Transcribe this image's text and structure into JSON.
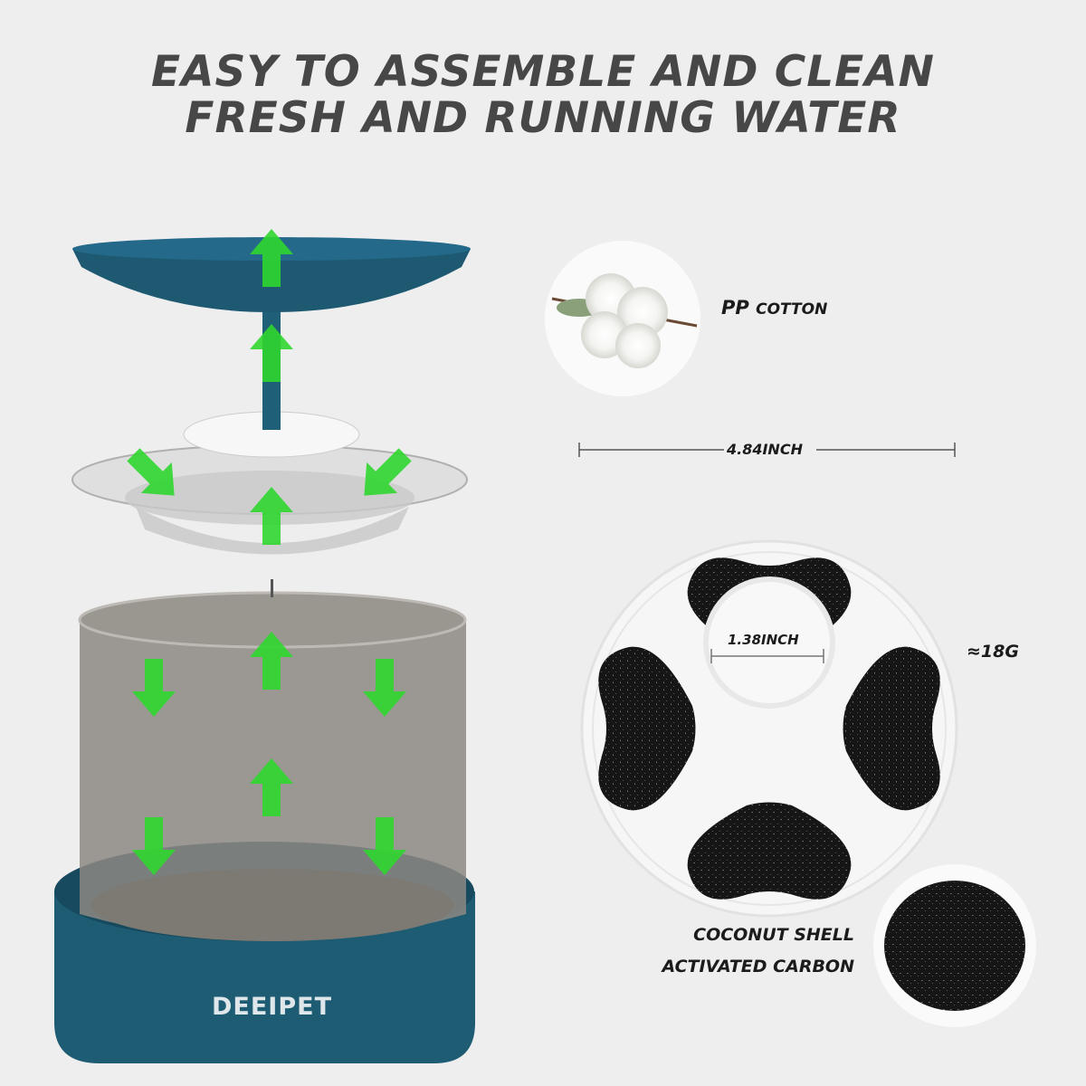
{
  "headline": {
    "line1": "EASY TO ASSEMBLE AND CLEAN",
    "line2": "FRESH AND RUNNING WATER"
  },
  "brand": {
    "logo_text": "DEEIPET"
  },
  "labels": {
    "pp_cotton_bold": "PP",
    "pp_cotton_rest": "COTTON",
    "outer_diameter": "4.84INCH",
    "inner_diameter": "1.38INCH",
    "weight": "≈18G",
    "carbon_line1": "COCONUT SHELL",
    "carbon_line2": "ACTIVATED CARBON"
  },
  "colors": {
    "background": "#eeeeee",
    "teal": "#1f5f78",
    "arrow_green": "#2fd62f",
    "text": "#474747"
  }
}
